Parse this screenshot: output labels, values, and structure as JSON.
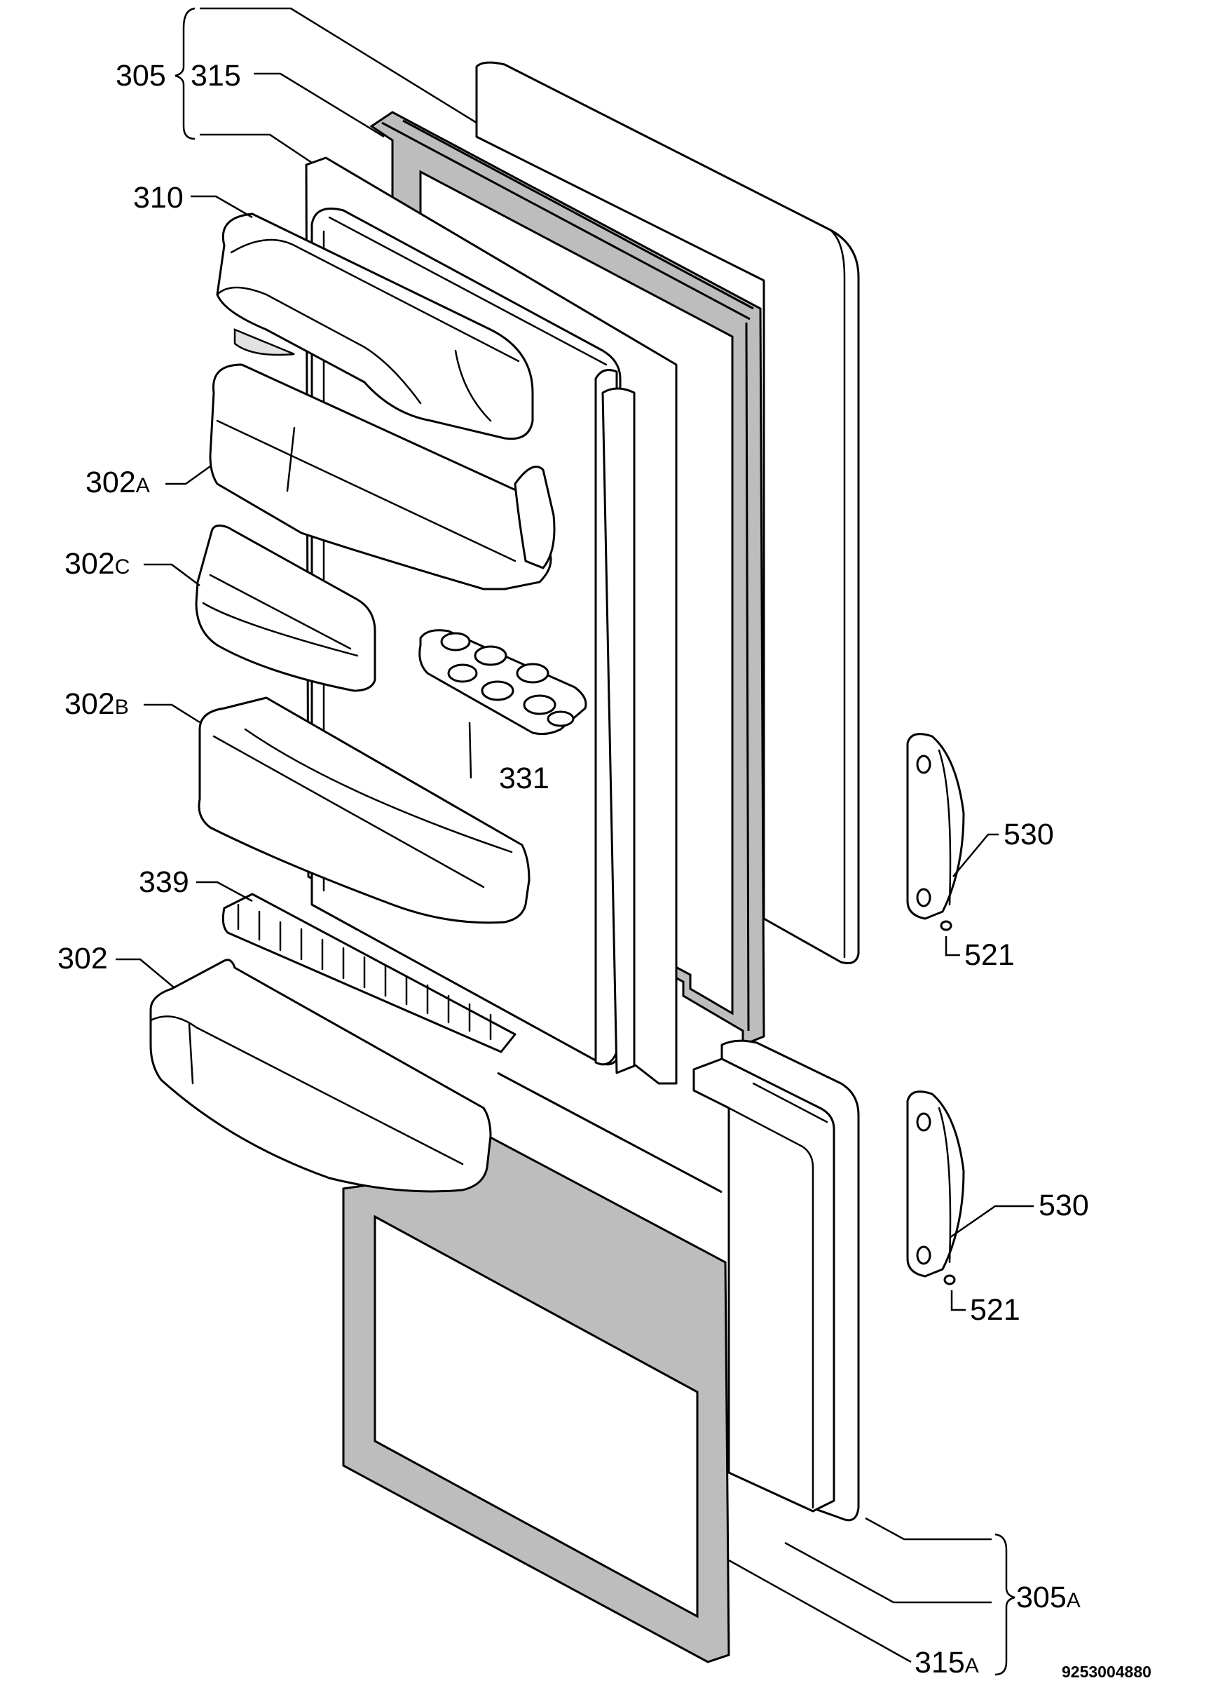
{
  "labels": {
    "p305": "305",
    "p315": "315",
    "p310": "310",
    "p302a_num": "302",
    "p302a_suf": "A",
    "p302c_num": "302",
    "p302c_suf": "C",
    "p302b_num": "302",
    "p302b_suf": "B",
    "p331": "331",
    "p339": "339",
    "p302": "302",
    "p530_top": "530",
    "p521_top": "521",
    "p530_bot": "530",
    "p521_bot": "521",
    "p305a_num": "305",
    "p305a_suf": "A",
    "p315a_num": "315",
    "p315a_suf": "A"
  },
  "reference_code": "9253004880"
}
